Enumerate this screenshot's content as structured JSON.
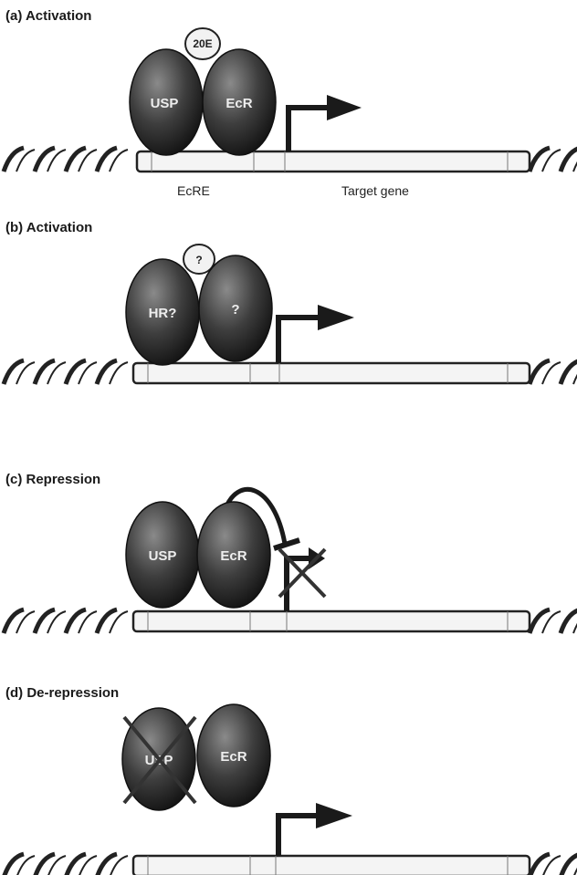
{
  "panels": [
    {
      "label": "(a)  Activation",
      "left_protein": "USP",
      "right_protein": "EcR",
      "ligand": "20E",
      "show_ligand": true,
      "arrow": true,
      "repressed": false,
      "usp_crossed": false,
      "sublabels": {
        "element": "EcRE",
        "gene": "Target gene"
      }
    },
    {
      "label": "(b)  Activation",
      "left_protein": "HR?",
      "right_protein": "?",
      "ligand": "?",
      "show_ligand": true,
      "arrow": true,
      "repressed": false,
      "usp_crossed": false
    },
    {
      "label": "(c)  Repression",
      "left_protein": "USP",
      "right_protein": "EcR",
      "show_ligand": false,
      "arrow": false,
      "repressed": true,
      "usp_crossed": false
    },
    {
      "label": "(d)  De-repression",
      "left_protein": "USP",
      "right_protein": "EcR",
      "show_ligand": false,
      "arrow": true,
      "repressed": false,
      "usp_crossed": true
    }
  ],
  "colors": {
    "protein_fill": "#3a3a3a",
    "protein_stroke": "#111111",
    "dna_fill": "#f4f4f4",
    "dna_stroke": "#222222",
    "helix_stroke": "#222222",
    "arrow": "#1a1a1a"
  }
}
